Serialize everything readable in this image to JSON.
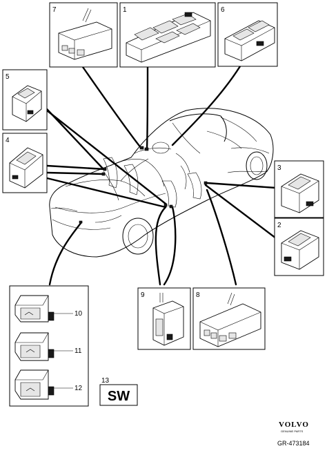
{
  "callouts": {
    "c1": "1",
    "c2": "2",
    "c3": "3",
    "c4": "4",
    "c5": "5",
    "c6": "6",
    "c7": "7",
    "c8": "8",
    "c9": "9",
    "c10": "10",
    "c11": "11",
    "c12": "12",
    "c13": "13"
  },
  "sw_label": "SW",
  "brand": {
    "name": "VOLVO",
    "subtitle": "GENUINE PARTS",
    "reference": "GR-473184"
  }
}
